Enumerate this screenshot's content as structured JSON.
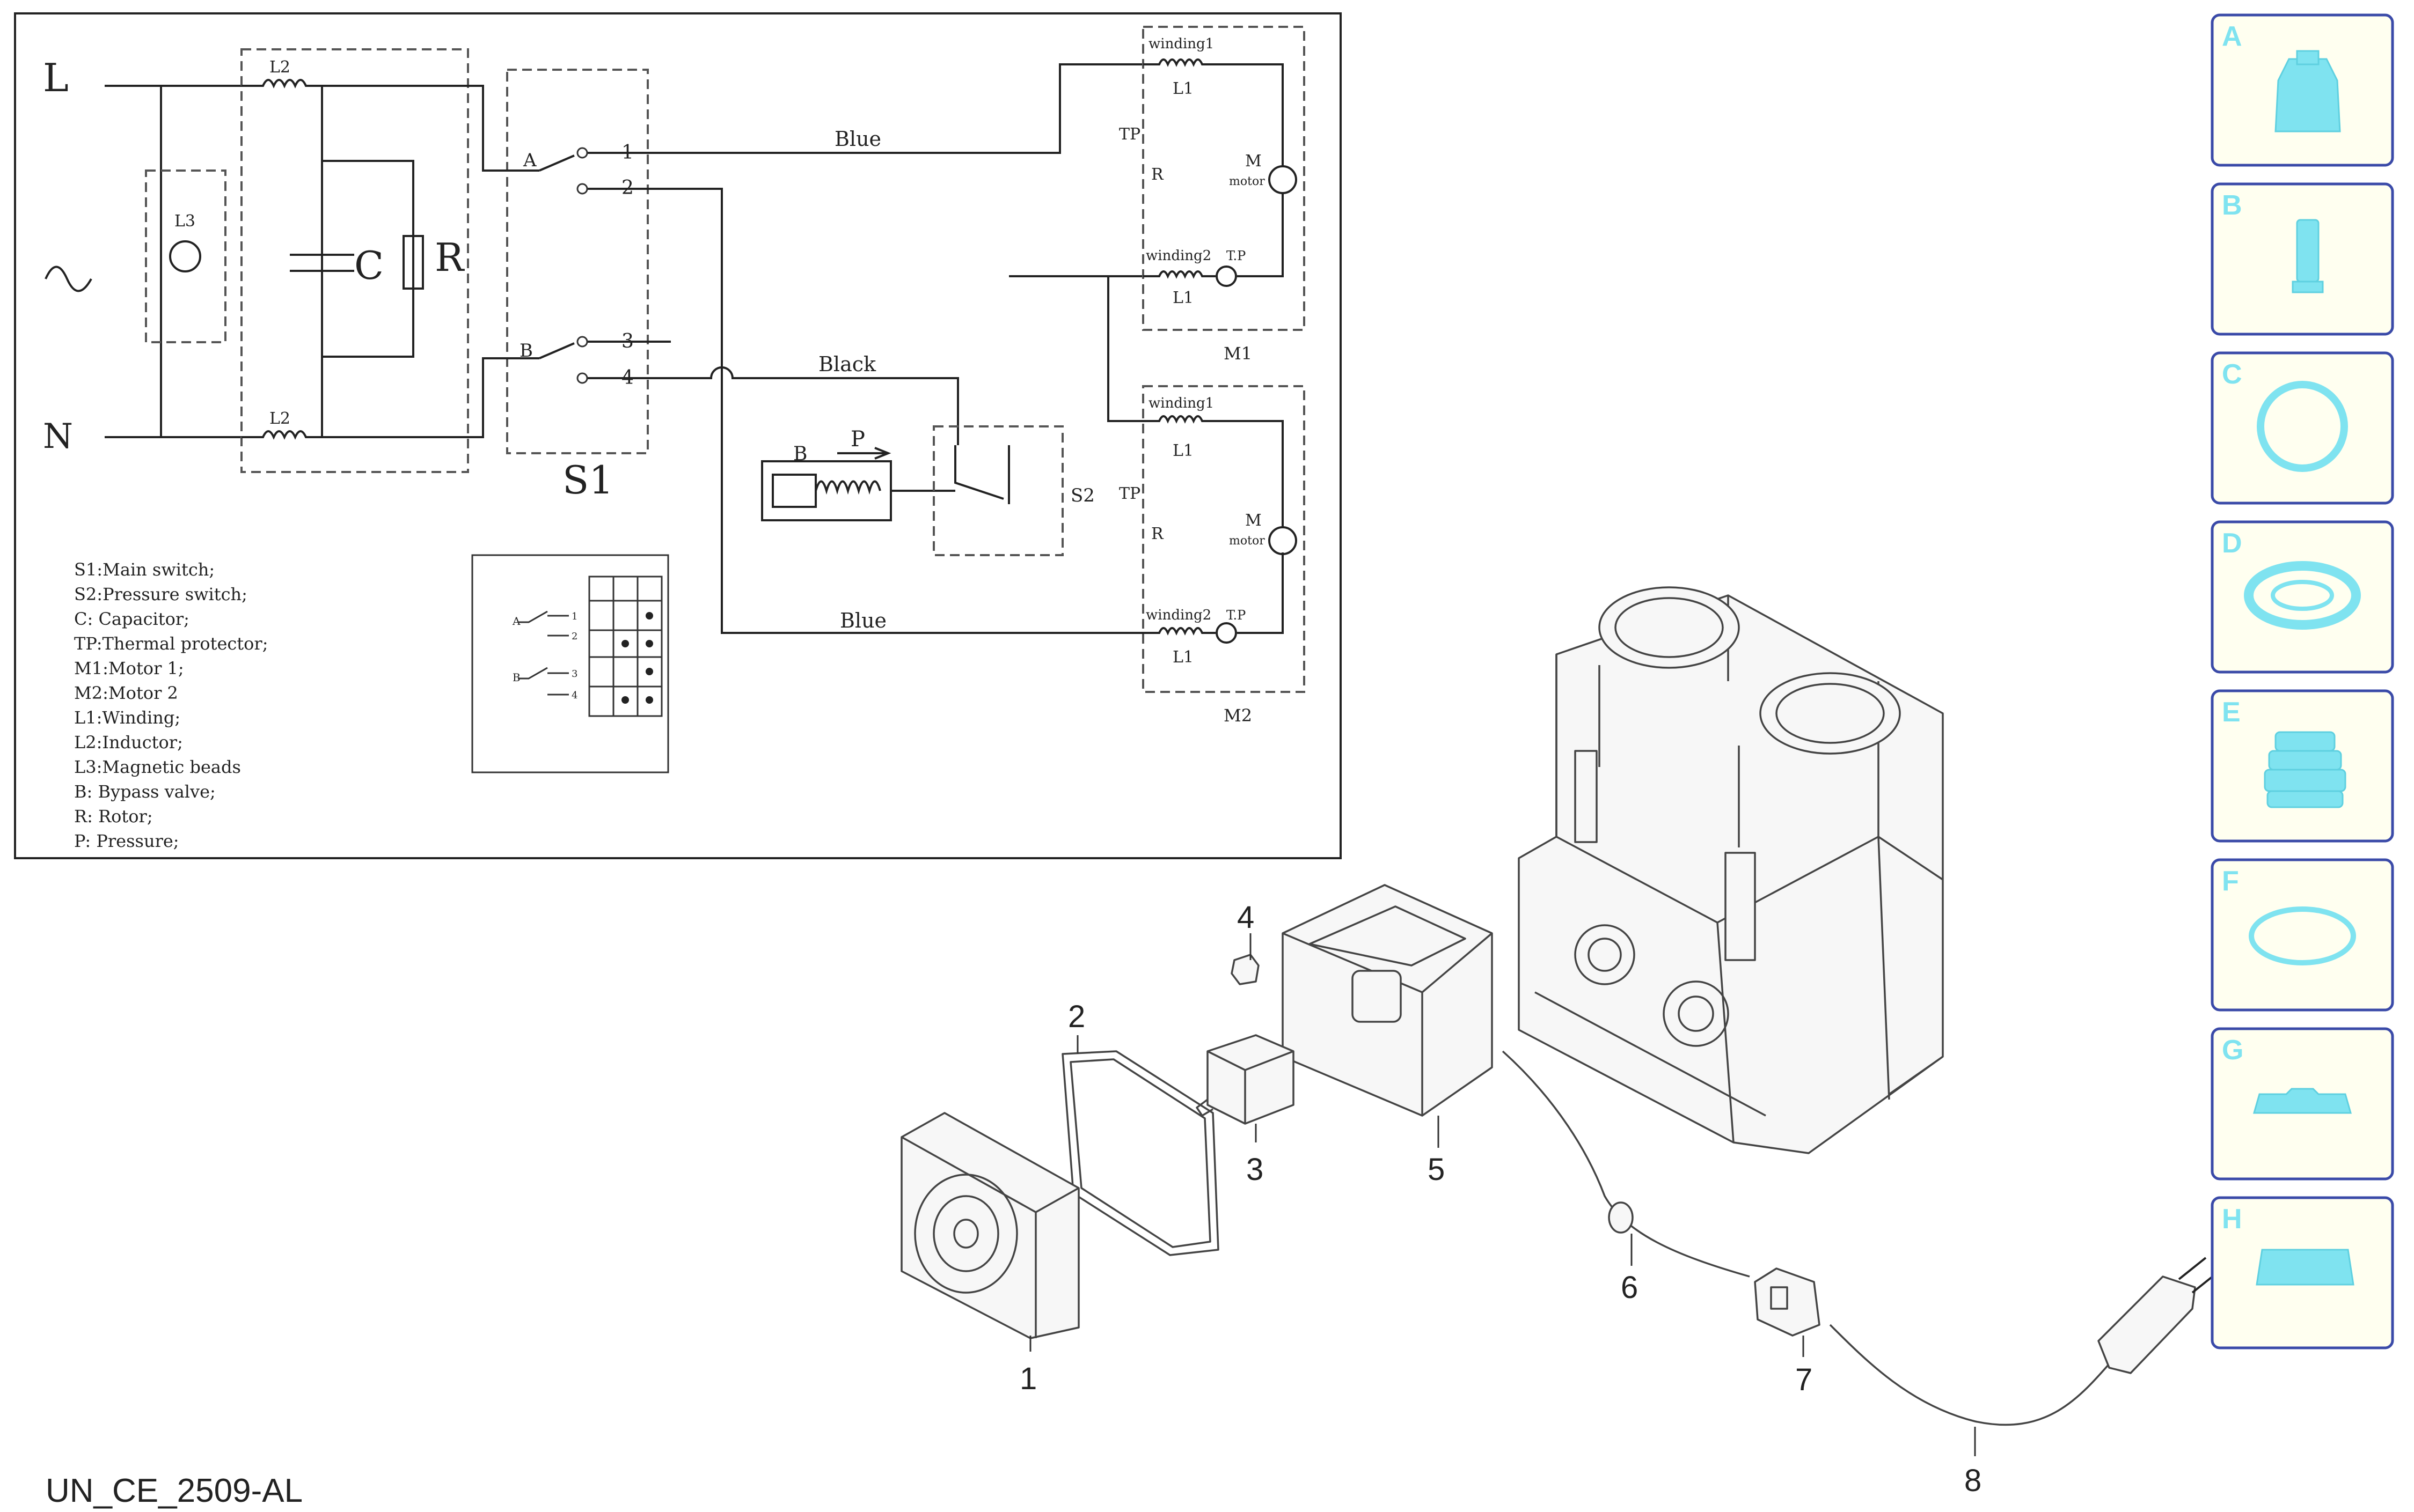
{
  "drawing_id": "UN_CE_2509-AL",
  "schematic": {
    "supply": {
      "line": "L",
      "neutral": "N"
    },
    "labels": {
      "L2_top": "L2",
      "L2_bottom": "L2",
      "L3": "L3",
      "C": "C",
      "R": "R",
      "switch": "S1",
      "switch_A": "A",
      "switch_B": "B",
      "pin1": "1",
      "pin2": "2",
      "pin3": "3",
      "pin4": "4",
      "wire_blue_top": "Blue",
      "wire_black": "Black",
      "wire_blue_bottom": "Blue",
      "bypass_B": "B",
      "pressure_P": "P",
      "S2": "S2"
    },
    "motor1": {
      "winding1": "winding1",
      "L1_a": "L1",
      "TP": "TP",
      "R": "R",
      "M": "M",
      "motor": "motor",
      "winding2": "winding2",
      "TPdot": "T.P",
      "L1_b": "L1",
      "name": "M1"
    },
    "motor2": {
      "winding1": "winding1",
      "L1_a": "L1",
      "TP": "TP",
      "R": "R",
      "M": "M",
      "motor": "motor",
      "winding2": "winding2",
      "TPdot": "T.P",
      "L1_b": "L1",
      "name": "M2"
    },
    "legend": [
      "S1:Main switch;",
      "S2:Pressure switch;",
      "C: Capacitor;",
      "TP:Thermal protector;",
      "M1:Motor 1;",
      "M2:Motor 2",
      "L1:Winding;",
      "L2:Inductor;",
      "L3:Magnetic beads",
      "B: Bypass valve;",
      "R: Rotor;",
      "P: Pressure;"
    ],
    "truth_table": {
      "A": "A",
      "B": "B",
      "pins": [
        "1",
        "2",
        "3",
        "4"
      ]
    }
  },
  "callouts": [
    "1",
    "2",
    "3",
    "4",
    "5",
    "6",
    "7",
    "8"
  ],
  "thumbnails": [
    {
      "letter": "A",
      "icon": "motor-top-icon"
    },
    {
      "letter": "B",
      "icon": "shaft-icon"
    },
    {
      "letter": "C",
      "icon": "ring-plate-icon"
    },
    {
      "letter": "D",
      "icon": "seal-ring-icon"
    },
    {
      "letter": "E",
      "icon": "filter-stack-icon"
    },
    {
      "letter": "F",
      "icon": "o-ring-icon"
    },
    {
      "letter": "G",
      "icon": "tray-icon"
    },
    {
      "letter": "H",
      "icon": "base-pad-icon"
    }
  ],
  "colors": {
    "thumb_border": "#3a4aa8",
    "thumb_fill": "#fffff0",
    "thumb_icon": "#7fe3f0"
  }
}
